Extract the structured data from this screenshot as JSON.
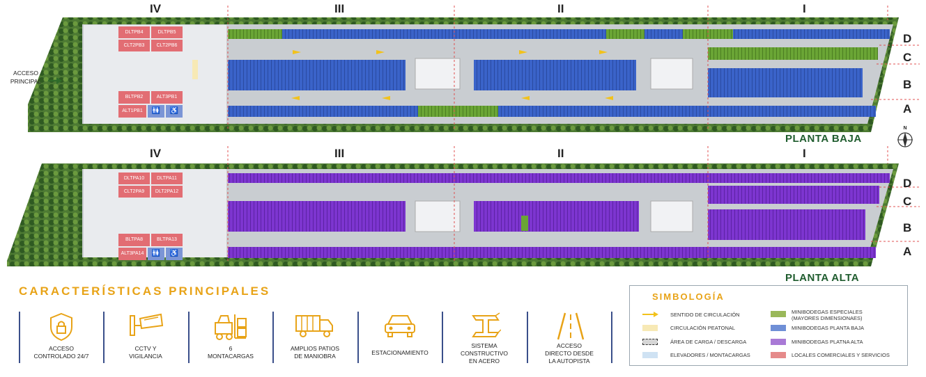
{
  "access": {
    "line1": "ACCESO",
    "line2": "PRINCIPAL"
  },
  "section_numbers": [
    "IV",
    "III",
    "II",
    "I"
  ],
  "row_letters": [
    "D",
    "C",
    "B",
    "A"
  ],
  "planta_baja": {
    "label": "PLANTA BAJA",
    "locales": [
      "DLTPB4",
      "DLTPB5",
      "CLT2PB3",
      "CLT2PB6",
      "BLTPB2",
      "ALT3PB1",
      "ALT1PB1"
    ]
  },
  "planta_alta": {
    "label": "PLANTA ALTA",
    "locales": [
      "DLTPA10",
      "DLTPA11",
      "CLT2PA9",
      "DLT2PA12",
      "BLTPA8",
      "BLTPA13",
      "ALT3PA14"
    ]
  },
  "compass": {
    "north": "N"
  },
  "features": {
    "title": "CARACTERÍSTICAS PRINCIPALES",
    "items": [
      {
        "line1": "ACCESO",
        "line2": "CONTROLADO 24/7",
        "line3": "",
        "icon": "shield-lock-icon"
      },
      {
        "line1": "CCTV Y",
        "line2": "VIGILANCIA",
        "line3": "",
        "icon": "cctv-camera-icon"
      },
      {
        "line1": "6",
        "line2": "MONTACARGAS",
        "line3": "",
        "icon": "forklift-icon"
      },
      {
        "line1": "AMPLIOS PATIOS",
        "line2": "DE MANIOBRA",
        "line3": "",
        "icon": "truck-icon"
      },
      {
        "line1": "ESTACIONAMIENTO",
        "line2": "",
        "line3": "",
        "icon": "car-icon"
      },
      {
        "line1": "SISTEMA",
        "line2": "CONSTRUCTIVO",
        "line3": "EN ACERO",
        "icon": "steel-beam-icon"
      },
      {
        "line1": "ACCESO",
        "line2": "DIRECTO DESDE",
        "line3": "LA AUTOPISTA",
        "icon": "highway-icon"
      }
    ]
  },
  "legend": {
    "title": "SIMBOLOGÍA",
    "left": [
      {
        "label": "SENTIDO DE CIRCULACIÓN",
        "label2": "",
        "color": "#f2c21b",
        "kind": "arrow"
      },
      {
        "label": "CIRCULACIÓN PEATONAL",
        "label2": "",
        "color": "#f7e9b5",
        "kind": "fill"
      },
      {
        "label": "ÁREA DE CARGA / DESCARGA",
        "label2": "",
        "color": "#d6d6d6",
        "kind": "dashed"
      },
      {
        "label": "ELEVADORES / MONTACARGAS",
        "label2": "",
        "color": "#cfe2f3",
        "kind": "fill"
      }
    ],
    "right": [
      {
        "label": "MINIBODEGAS ESPECIALES",
        "label2": "(MAYORES DIMENSIONAES)",
        "color": "#9ab85a",
        "kind": "fill"
      },
      {
        "label": "MINIBODEGAS PLANTA BAJA",
        "label2": "",
        "color": "#6f8fd6",
        "kind": "fill"
      },
      {
        "label": "MINIBODEGAS PLATNA ALTA",
        "label2": "",
        "color": "#a97ad6",
        "kind": "fill"
      },
      {
        "label": "LOCALES COMERCIALES Y SERVICIOS",
        "label2": "",
        "color": "#e58a8a",
        "kind": "fill"
      }
    ]
  },
  "colors": {
    "blue_unit": "#3a63c9",
    "green_unit": "#6aa535",
    "purple_unit": "#7d35d0",
    "local_red": "#e26d73",
    "accent_orange": "#e8a317",
    "vegetation": "#3e6d2a"
  }
}
